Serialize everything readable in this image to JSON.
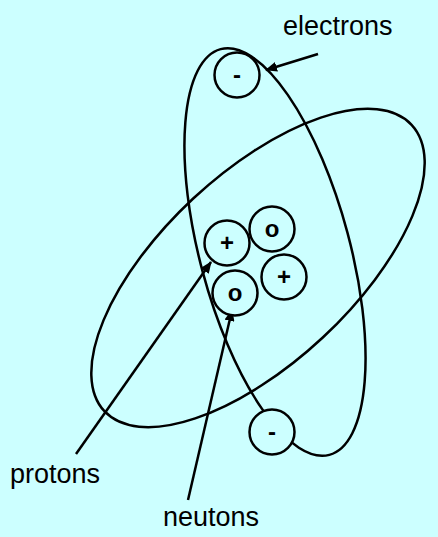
{
  "diagram": {
    "nodes": [
      {
        "text": [
          "-"
        ]
      },
      {
        "text": [
          "o"
        ]
      },
      {
        "text": [
          "+"
        ]
      },
      {
        "text": [
          "+"
        ]
      },
      {
        "text": [
          "o"
        ]
      },
      {
        "text": [
          "-"
        ]
      }
    ],
    "labels": [
      "electrons",
      "protons",
      "neutons"
    ]
  }
}
